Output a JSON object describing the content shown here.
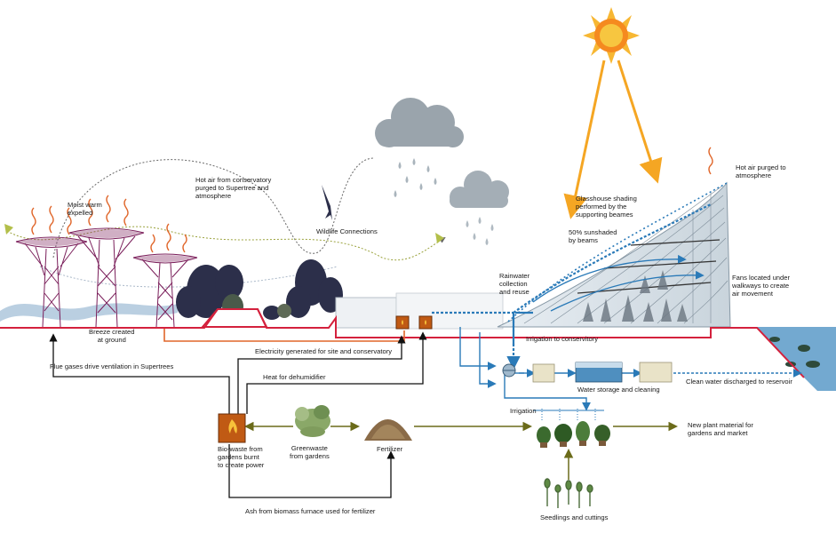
{
  "diagram": {
    "labels": {
      "moist_warm": "Moist warm\nexpelled",
      "hot_air_conservatory": "Hot air from conservatory\npurged to Supertree and\natmosphere",
      "wildlife": "Wildlife Connections",
      "glasshouse_shading": "Glasshouse shading\nperformed by the\nsupporting beames",
      "hot_air_purged": "Hot air purged to\natmosphere",
      "sunshaded": "50% sunshaded\nby beams",
      "rainwater": "Rainwater\ncollection\nand reuse",
      "fans": "Fans located under\nwalkways to create\nair movement",
      "breeze": "Breeze created\nat ground",
      "irrigation_conservatory": "Irrigation to conservitory",
      "electricity": "Electricity generated for site and conservatory",
      "flue_gases": "Flue gases drive ventilation in Supertrees",
      "heat_dehumidifier": "Heat for dehumidifier",
      "water_storage": "Water storage and cleaning",
      "clean_water": "Clean water discharged to reservoir",
      "irrigation": "Irrigation",
      "biowaste": "Bio-waste from\ngardens burnt\nto create power",
      "greenwaste": "Greenwaste\nfrom gardens",
      "fertilizer": "Fertilizer",
      "new_plant": "New plant material for\ngardens and market",
      "ash": "Ash from biomass furnace used for fertilizer",
      "seedlings": "Seedlings and cuttings"
    },
    "colors": {
      "sun": "#f5a623",
      "ground": "#d4213d",
      "supertree": "#7a1e5a",
      "water": "#2a7ab8",
      "flow_green": "#6b6b1a",
      "furnace": "#c05a14",
      "cloud": "#9aa4ac",
      "foliage": "#2c2f4a"
    }
  }
}
